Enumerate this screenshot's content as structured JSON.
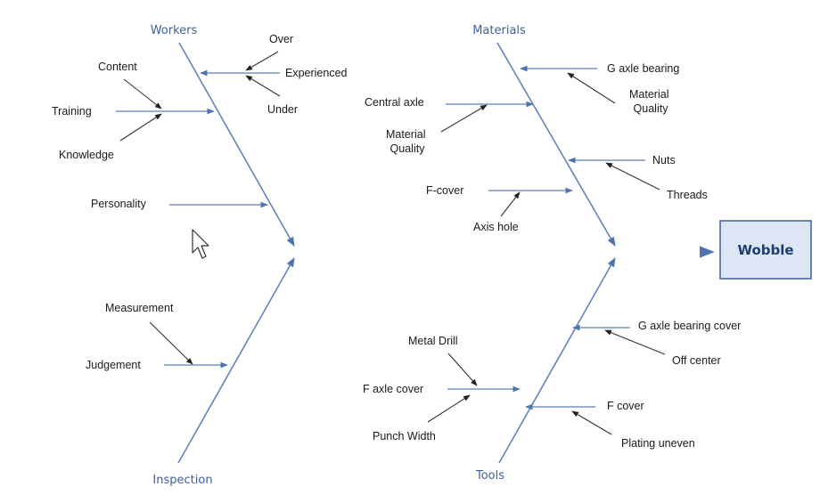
{
  "effect": "Wobble",
  "categories": {
    "workers": "Workers",
    "materials": "Materials",
    "inspection": "Inspection",
    "tools": "Tools"
  },
  "causes": {
    "over": "Over",
    "experienced": "Experienced",
    "under": "Under",
    "content": "Content",
    "training": "Training",
    "knowledge": "Knowledge",
    "personality": "Personality",
    "central_axle": "Central axle",
    "material_quality_left": "Material\nQuality",
    "g_axle_bearing": "G axle bearing",
    "material_quality_right": "Material\nQuality",
    "nuts": "Nuts",
    "threads": "Threads",
    "f_cover_top": "F-cover",
    "axis_hole": "Axis hole",
    "measurement": "Measurement",
    "judgement": "Judgement",
    "metal_drill": "Metal Drill",
    "f_axle_cover": "F axle cover",
    "punch_width": "Punch Width",
    "g_axle_bearing_cover": "G axle bearing cover",
    "off_center": "Off center",
    "f_cover_bottom": "F cover",
    "plating_uneven": "Plating uneven"
  },
  "colors": {
    "spine": "#3f5f98",
    "bone": "#5b7fb8",
    "effect_fill": "#dce6f4",
    "effect_border": "#3f5f98"
  }
}
